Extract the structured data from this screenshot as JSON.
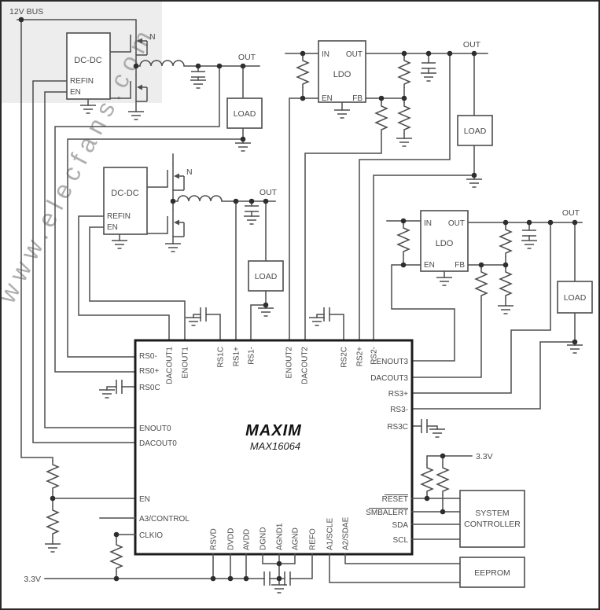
{
  "watermark": "www.elecfans.com",
  "supply": {
    "bus_label": "12V BUS",
    "rail_3v3_left": "3.3V",
    "rail_3v3_right": "3.3V"
  },
  "ic": {
    "logo": "MAXIM",
    "part": "MAX16064",
    "pins_left": [
      "RS0-",
      "RS0+",
      "RS0C",
      "ENOUT0",
      "DACOUT0",
      "EN",
      "A3/CONTROL",
      "CLKIO"
    ],
    "pins_top": [
      "DACOUT1",
      "ENOUT1",
      "RS1C",
      "RS1+",
      "RS1-",
      "ENOUT2",
      "DACOUT2",
      "RS2C",
      "RS2+",
      "RS2-"
    ],
    "pins_right": [
      "ENOUT3",
      "DACOUT3",
      "RS3+",
      "RS3-",
      "RS3C",
      "RESET",
      "SMBALERT",
      "SDA",
      "SCL"
    ],
    "pins_bottom": [
      "RSVD",
      "DVDD",
      "AVDD",
      "DGND",
      "AGND1",
      "AGND",
      "REFO",
      "A1/SCLE",
      "A2/SDAE"
    ]
  },
  "blocks": {
    "dcdc1": {
      "title": "DC-DC",
      "refin": "REFIN",
      "en": "EN",
      "mosfet": "N",
      "out": "OUT",
      "load": "LOAD"
    },
    "dcdc2": {
      "title": "DC-DC",
      "refin": "REFIN",
      "en": "EN",
      "mosfet": "N",
      "out": "OUT",
      "load": "LOAD"
    },
    "ldo1": {
      "title": "LDO",
      "in": "IN",
      "out": "OUT",
      "en": "EN",
      "fb": "FB",
      "out_label": "OUT",
      "load": "LOAD"
    },
    "ldo2": {
      "title": "LDO",
      "in": "IN",
      "out": "OUT",
      "en": "EN",
      "fb": "FB",
      "out_label": "OUT",
      "load": "LOAD"
    },
    "system_controller": {
      "line1": "SYSTEM",
      "line2": "CONTROLLER"
    },
    "eeprom": {
      "title": "EEPROM"
    }
  },
  "colors": {
    "wire": "#4d4d4d",
    "ic_border": "#1c1c1c",
    "text": "#4a4a4a",
    "watermark": "#9b9b9b"
  }
}
